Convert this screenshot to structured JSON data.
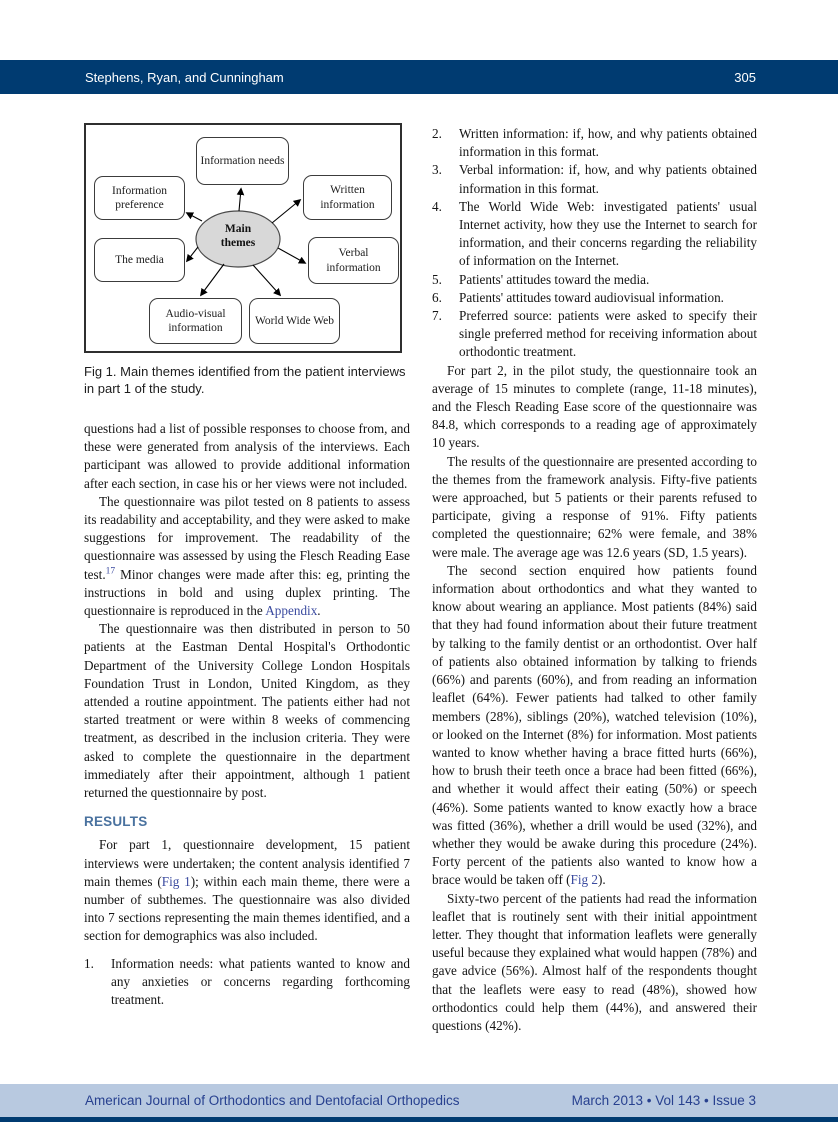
{
  "header": {
    "running_title": "Stephens, Ryan, and Cunningham",
    "page_number": "305"
  },
  "figure1": {
    "center_label": "Main themes",
    "nodes": [
      "Information needs",
      "Information preference",
      "Written information",
      "The media",
      "Verbal information",
      "Audio-visual information",
      "World Wide Web"
    ],
    "caption": "Fig 1. Main themes identified from the patient interviews in part 1 of the study."
  },
  "article": {
    "p_continuation": "questions had a list of possible responses to choose from, and these were generated from analysis of the interviews. Each participant was allowed to provide additional information after each section, in case his or her views were not included.",
    "p_pilot_a": "The questionnaire was pilot tested on 8 patients to assess its readability and acceptability, and they were asked to make suggestions for improvement. The readability of the questionnaire was assessed by using the Flesch Reading Ease test.",
    "p_pilot_ref": "17",
    "p_pilot_b": " Minor changes were made after this: eg, printing the instructions in bold and using duplex printing. The questionnaire is reproduced in the ",
    "p_pilot_link": "Appendix",
    "p_pilot_end": ".",
    "p_distribution": "The questionnaire was then distributed in person to 50 patients at the Eastman Dental Hospital's Orthodontic Department of the University College London Hospitals Foundation Trust in London, United Kingdom, as they attended a routine appointment. The patients either had not started treatment or were within 8 weeks of commencing treatment, as described in the inclusion criteria. They were asked to complete the questionnaire in the department immediately after their appointment, although 1 patient returned the questionnaire by post.",
    "results_heading": "RESULTS",
    "p_part1_a": "For part 1, questionnaire development, 15 patient interviews were undertaken; the content analysis identified 7 main themes (",
    "p_part1_link": "Fig 1",
    "p_part1_b": "); within each main theme, there were a number of subthemes. The questionnaire was also divided into 7 sections representing the main themes identified, and a section for demographics was also included.",
    "list": [
      {
        "num": "1.",
        "text": "Information needs: what patients wanted to know and any anxieties or concerns regarding forthcoming treatment."
      },
      {
        "num": "2.",
        "text": "Written information: if, how, and why patients obtained information in this format."
      },
      {
        "num": "3.",
        "text": "Verbal information: if, how, and why patients obtained information in this format."
      },
      {
        "num": "4.",
        "text": "The World Wide Web: investigated patients' usual Internet activity, how they use the Internet to search for information, and their concerns regarding the reliability of information on the Internet."
      },
      {
        "num": "5.",
        "text": "Patients' attitudes toward the media."
      },
      {
        "num": "6.",
        "text": "Patients' attitudes toward audiovisual information."
      },
      {
        "num": "7.",
        "text": "Preferred source: patients were asked to specify their single preferred method for receiving information about orthodontic treatment."
      }
    ],
    "p_part2": "For part 2, in the pilot study, the questionnaire took an average of 15 minutes to complete (range, 11-18 minutes), and the Flesch Reading Ease score of the questionnaire was 84.8, which corresponds to a reading age of approximately 10 years.",
    "p_results1": "The results of the questionnaire are presented according to the themes from the framework analysis. Fifty-five patients were approached, but 5 patients or their parents refused to participate, giving a response of 91%. Fifty patients completed the questionnaire; 62% were female, and 38% were male. The average age was 12.6 years (SD, 1.5 years).",
    "p_results2_a": "The second section enquired how patients found information about orthodontics and what they wanted to know about wearing an appliance. Most patients (84%) said that they had found information about their future treatment by talking to the family dentist or an orthodontist. Over half of patients also obtained information by talking to friends (66%) and parents (60%), and from reading an information leaflet (64%). Fewer patients had talked to other family members (28%), siblings (20%), watched television (10%), or looked on the Internet (8%) for information. Most patients wanted to know whether having a brace fitted hurts (66%), how to brush their teeth once a brace had been fitted (66%), and whether it would affect their eating (50%) or speech (46%). Some patients wanted to know exactly how a brace was fitted (36%), whether a drill would be used (32%), and whether they would be awake during this procedure (24%). Forty percent of the patients also wanted to know how a brace would be taken off (",
    "p_results2_link": "Fig 2",
    "p_results2_b": ").",
    "p_leaflet": "Sixty-two percent of the patients had read the information leaflet that is routinely sent with their initial appointment letter. They thought that information leaflets were generally useful because they explained what would happen (78%) and gave advice (56%). Almost half of the respondents thought that the leaflets were easy to read (48%), showed how orthodontics could help them (44%), and answered their questions (42%)."
  },
  "footer": {
    "journal": "American Journal of Orthodontics and Dentofacial Orthopedics",
    "issue_info": "March 2013 • Vol 143 • Issue 3"
  },
  "colors": {
    "header_bar": "#003b71",
    "footer_bar": "#b8c9e0",
    "footer_text": "#27408f",
    "link": "#3a4a9f",
    "heading": "#4a729f"
  }
}
